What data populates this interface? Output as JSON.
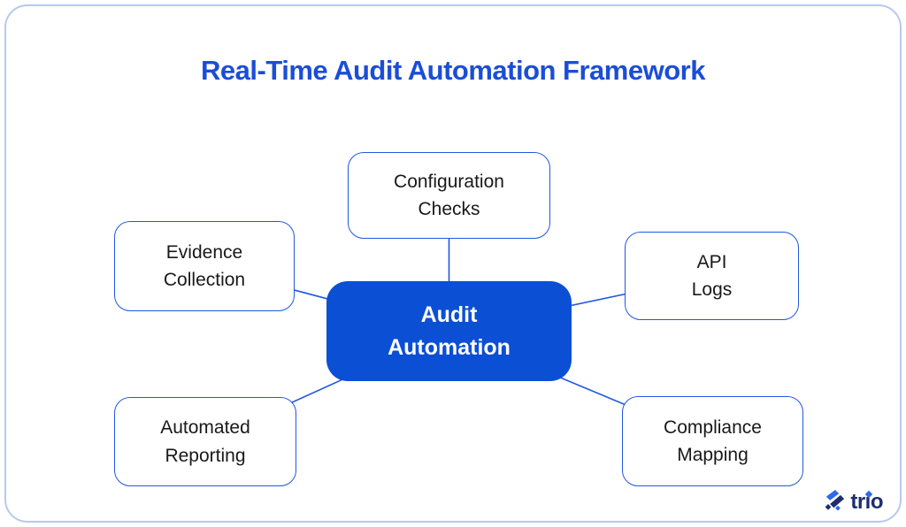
{
  "page": {
    "title": "Real-Time Audit Automation Framework"
  },
  "colors": {
    "title_blue": "#1b4ed6",
    "node_border": "#2157e2",
    "connector": "#2157e2",
    "center_fill": "#0b4fd4",
    "center_text": "#ffffff",
    "node_text": "#191919",
    "frame_border": "#b8c8ee",
    "logo_navy": "#1d2d6e",
    "logo_accent": "#2f6ae8"
  },
  "diagram": {
    "center_node": {
      "id": "audit-automation",
      "label": "Audit\nAutomation"
    },
    "nodes": [
      {
        "id": "configuration-checks",
        "label": "Configuration\nChecks"
      },
      {
        "id": "evidence-collection",
        "label": "Evidence\nCollection"
      },
      {
        "id": "api-logs",
        "label": "API\nLogs"
      },
      {
        "id": "automated-reporting",
        "label": "Automated\nReporting"
      },
      {
        "id": "compliance-mapping",
        "label": "Compliance\nMapping"
      }
    ]
  },
  "footer": {
    "logo_text": "trio"
  }
}
